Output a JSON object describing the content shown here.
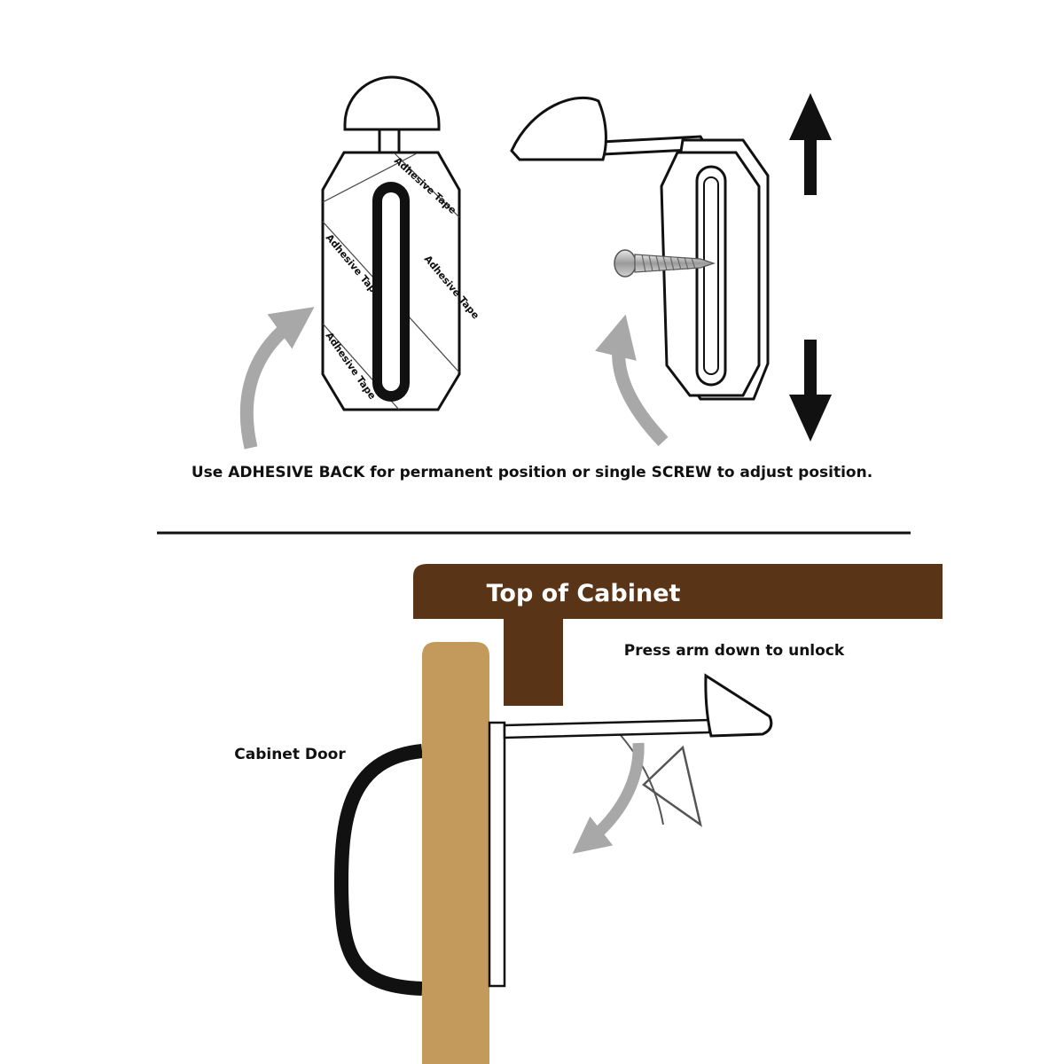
{
  "caption": "Use ADHESIVE BACK for permanent position or single SCREW to adjust position.",
  "tape_labels": [
    "Adhesive Tape",
    "Adhesive Tape",
    "Adhesive Tape",
    "Adhesive Tape"
  ],
  "cabinet": {
    "top_label": "Top of Cabinet",
    "door_label": "Cabinet Door",
    "instruction": "Press arm down to unlock"
  },
  "colors": {
    "cabinet_top": "#5a3417",
    "cabinet_door": "#c49a5c",
    "arrow_gray": "#a8a8a8",
    "line": "#111111"
  },
  "icons": [
    "curved-arrow-icon",
    "up-arrow-icon",
    "down-arrow-icon",
    "screw-icon",
    "door-handle-icon"
  ]
}
